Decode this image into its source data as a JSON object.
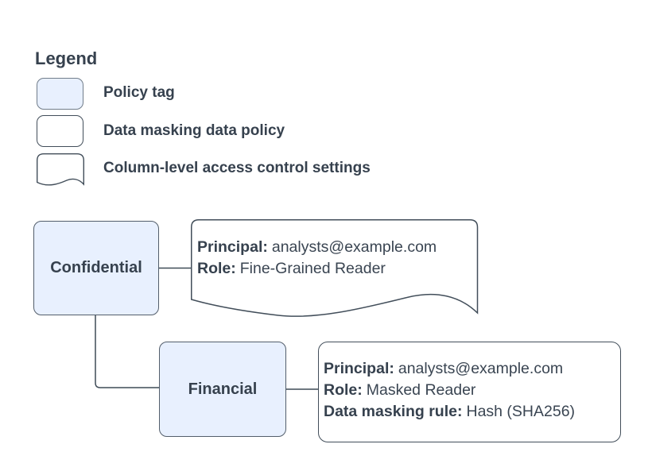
{
  "legend": {
    "title": "Legend",
    "items": [
      {
        "key": "policy-tag",
        "label": "Policy tag"
      },
      {
        "key": "data-masking-data-policy",
        "label": "Data masking data policy"
      },
      {
        "key": "column-level-access-control-settings",
        "label": "Column-level access control settings"
      }
    ]
  },
  "nodes": {
    "confidential": {
      "label": "Confidential"
    },
    "financial": {
      "label": "Financial"
    },
    "fine_grained_settings": {
      "principal_label": "Principal:",
      "principal_value": "analysts@example.com",
      "role_label": "Role:",
      "role_value": "Fine-Grained Reader"
    },
    "masking_policy": {
      "principal_label": "Principal:",
      "principal_value": "analysts@example.com",
      "role_label": "Role:",
      "role_value": "Masked Reader",
      "rule_label": "Data masking rule:",
      "rule_value": "Hash (SHA256)"
    }
  },
  "colors": {
    "policy_tag_fill": "#e8f0fe",
    "shape_border": "#424e5a",
    "text": "#36414e",
    "background": "#ffffff"
  }
}
